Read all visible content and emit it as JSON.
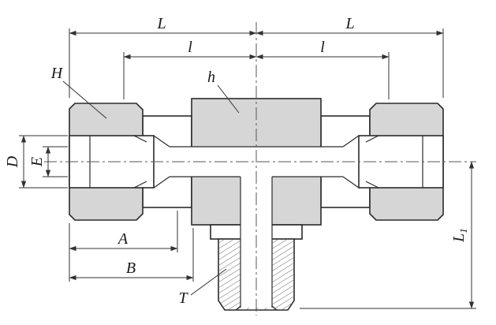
{
  "drawing": {
    "labels": {
      "L_left": "L",
      "L_right": "L",
      "l_left": "l",
      "l_right": "l",
      "H": "H",
      "h": "h",
      "D": "D",
      "E": "E",
      "A": "A",
      "B": "B",
      "T": "T",
      "L1_main": "L",
      "L1_sub": "1"
    },
    "colors": {
      "line": "#2b2b2b",
      "dimension_line": "#333333",
      "section_fill": "#d6d6d6",
      "background": "#ffffff"
    }
  }
}
